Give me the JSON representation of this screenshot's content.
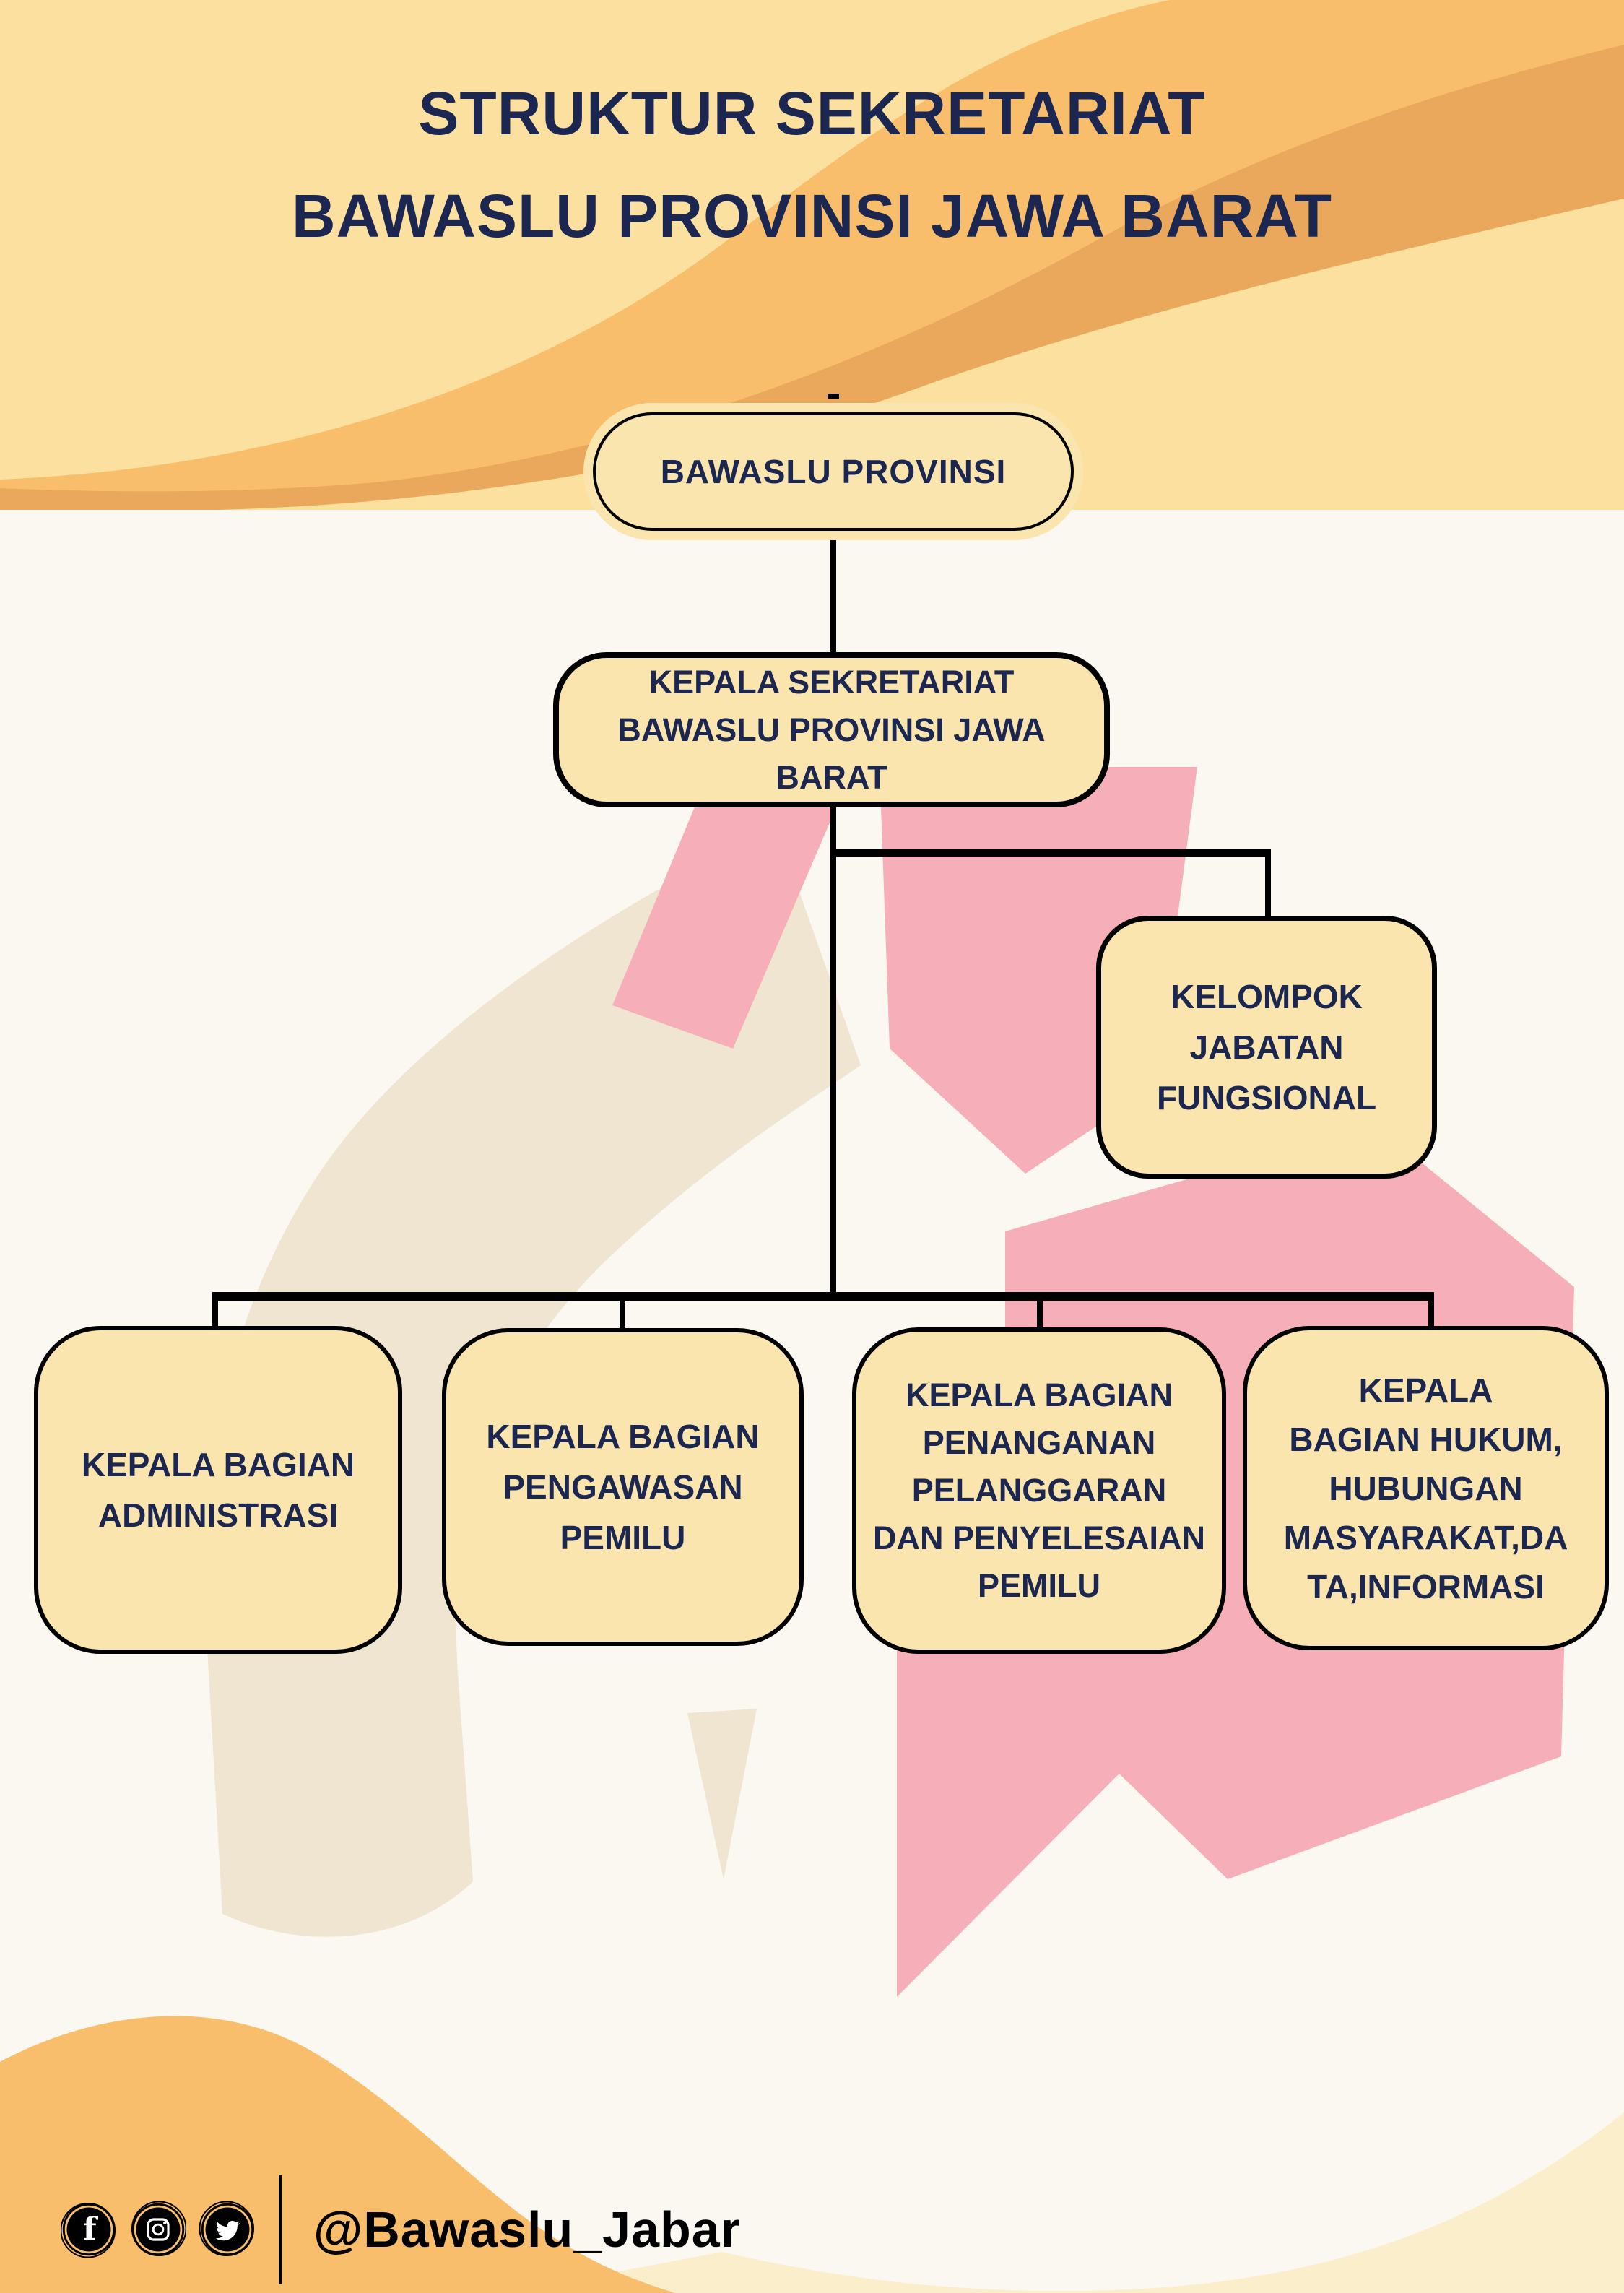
{
  "page": {
    "title": "STRUKTUR SEKRETARIAT\nBAWASLU PROVINSI JAWA BARAT"
  },
  "org_chart": {
    "root": {
      "label": "BAWASLU PROVINSI"
    },
    "secretariat_head": {
      "label": "KEPALA SEKRETARIAT\nBAWASLU PROVINSI JAWA BARAT"
    },
    "functional_group": {
      "label": "KELOMPOK\nJABATAN\nFUNGSIONAL"
    },
    "departments": [
      {
        "label": "KEPALA BAGIAN\nADMINISTRASI"
      },
      {
        "label": "KEPALA BAGIAN\nPENGAWASAN\nPEMILU"
      },
      {
        "label": "KEPALA BAGIAN\nPENANGANAN\nPELANGGARAN\nDAN PENYELESAIAN\nPEMILU"
      },
      {
        "label": "KEPALA\nBAGIAN HUKUM,\nHUBUNGAN\nMASYARAKAT,DA\nTA,INFORMASI"
      }
    ]
  },
  "footer": {
    "handle": "@Bawaslu_Jabar",
    "icons": [
      "facebook-icon",
      "instagram-icon",
      "twitter-icon"
    ]
  },
  "colors": {
    "background": "#FBF8F1",
    "banner_light_yellow": "#FCE09F",
    "banner_orange": "#F9BE6B",
    "banner_dark_orange": "#E9A85C",
    "bottom_cream_wave": "#FBEECB",
    "node_fill": "#FAE5AE",
    "node_border": "#000000",
    "text_navy": "#1B2750",
    "watermark_beige": "#EFE5D0",
    "watermark_pink": "#F6AFB8",
    "footer_text": "#000000"
  }
}
